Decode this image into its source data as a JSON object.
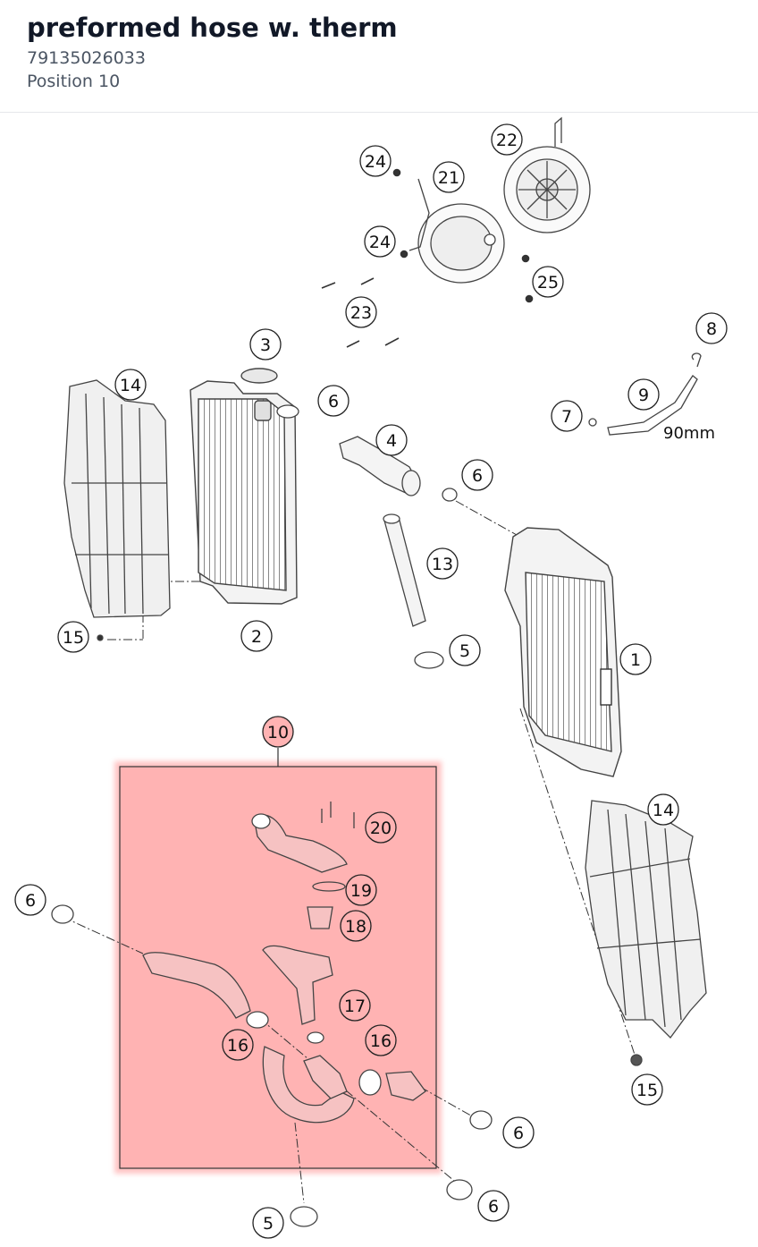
{
  "header": {
    "title": "preformed hose w. therm",
    "part_number": "79135026033",
    "position_label": "Position 10"
  },
  "colors": {
    "highlight_fill": "#ffb3b3",
    "highlight_stroke": "#333333",
    "callout_stroke": "#222222",
    "part_stroke": "#444444"
  },
  "diagram": {
    "callouts": [
      {
        "id": "c1",
        "label": "1"
      },
      {
        "id": "c2",
        "label": "2"
      },
      {
        "id": "c3",
        "label": "3"
      },
      {
        "id": "c4",
        "label": "4"
      },
      {
        "id": "c5a",
        "label": "5"
      },
      {
        "id": "c5b",
        "label": "5"
      },
      {
        "id": "c6a",
        "label": "6"
      },
      {
        "id": "c6b",
        "label": "6"
      },
      {
        "id": "c6c",
        "label": "6"
      },
      {
        "id": "c6d",
        "label": "6"
      },
      {
        "id": "c6e",
        "label": "6"
      },
      {
        "id": "c7",
        "label": "7"
      },
      {
        "id": "c8",
        "label": "8"
      },
      {
        "id": "c9",
        "label": "9"
      },
      {
        "id": "c10",
        "label": "10",
        "highlighted": true
      },
      {
        "id": "c13",
        "label": "13"
      },
      {
        "id": "c14a",
        "label": "14"
      },
      {
        "id": "c14b",
        "label": "14"
      },
      {
        "id": "c15a",
        "label": "15"
      },
      {
        "id": "c15b",
        "label": "15"
      },
      {
        "id": "c16a",
        "label": "16"
      },
      {
        "id": "c16b",
        "label": "16"
      },
      {
        "id": "c17",
        "label": "17"
      },
      {
        "id": "c18",
        "label": "18"
      },
      {
        "id": "c19",
        "label": "19"
      },
      {
        "id": "c20",
        "label": "20"
      },
      {
        "id": "c21",
        "label": "21"
      },
      {
        "id": "c22",
        "label": "22"
      },
      {
        "id": "c23",
        "label": "23"
      },
      {
        "id": "c24a",
        "label": "24"
      },
      {
        "id": "c24b",
        "label": "24"
      },
      {
        "id": "c25",
        "label": "25"
      }
    ],
    "hose_length_label": "90mm"
  }
}
